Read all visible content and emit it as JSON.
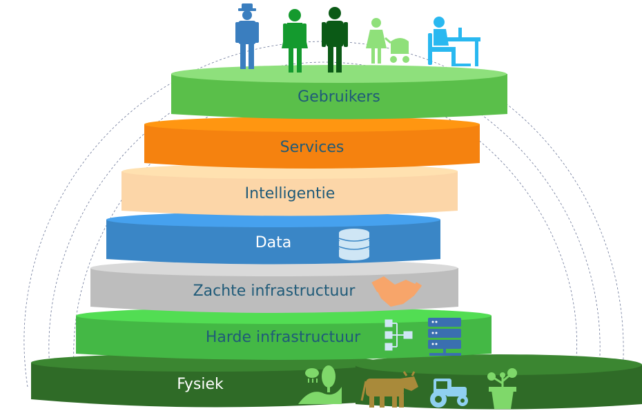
{
  "colors": {
    "gebruikers": "#5abf4a",
    "services": "#f5820f",
    "intelligentie": "#fcd6a8",
    "data": "#3a86c6",
    "zachte": "#bdbdbd",
    "harde": "#44b845",
    "fysiek": "#2f6b27",
    "label_dark": "#1f5a78",
    "label_light": "#ffffff",
    "person_blue": "#3a7ebf",
    "person_green": "#149a2e",
    "person_darkgreen": "#0b5a16",
    "person_lightgreen": "#8fe07a",
    "person_cyan": "#29b8f0",
    "hands": "#f7a56a",
    "server": "#3a6fb0",
    "cow": "#a98a3a",
    "tractor": "#8fd0f0",
    "plant": "#7fd86a"
  },
  "layers": [
    {
      "key": "gebruikers",
      "label": "Gebruikers"
    },
    {
      "key": "services",
      "label": "Services"
    },
    {
      "key": "intelligentie",
      "label": "Intelligentie"
    },
    {
      "key": "data",
      "label": "Data"
    },
    {
      "key": "zachte",
      "label": "Zachte infrastructuur"
    },
    {
      "key": "harde",
      "label": "Harde infrastructuur"
    },
    {
      "key": "fysiek",
      "label": "Fysiek"
    }
  ],
  "icons": {
    "users": [
      "farmer-icon",
      "woman-icon",
      "man-icon",
      "parent-with-stroller-icon",
      "person-at-desk-icon"
    ],
    "data": "database-icon",
    "zachte": "handshake-icon",
    "harde": [
      "hierarchy-icon",
      "server-rack-icon"
    ],
    "fysiek": [
      "landscape-icon",
      "cow-icon",
      "tractor-icon",
      "flower-pot-icon"
    ]
  }
}
